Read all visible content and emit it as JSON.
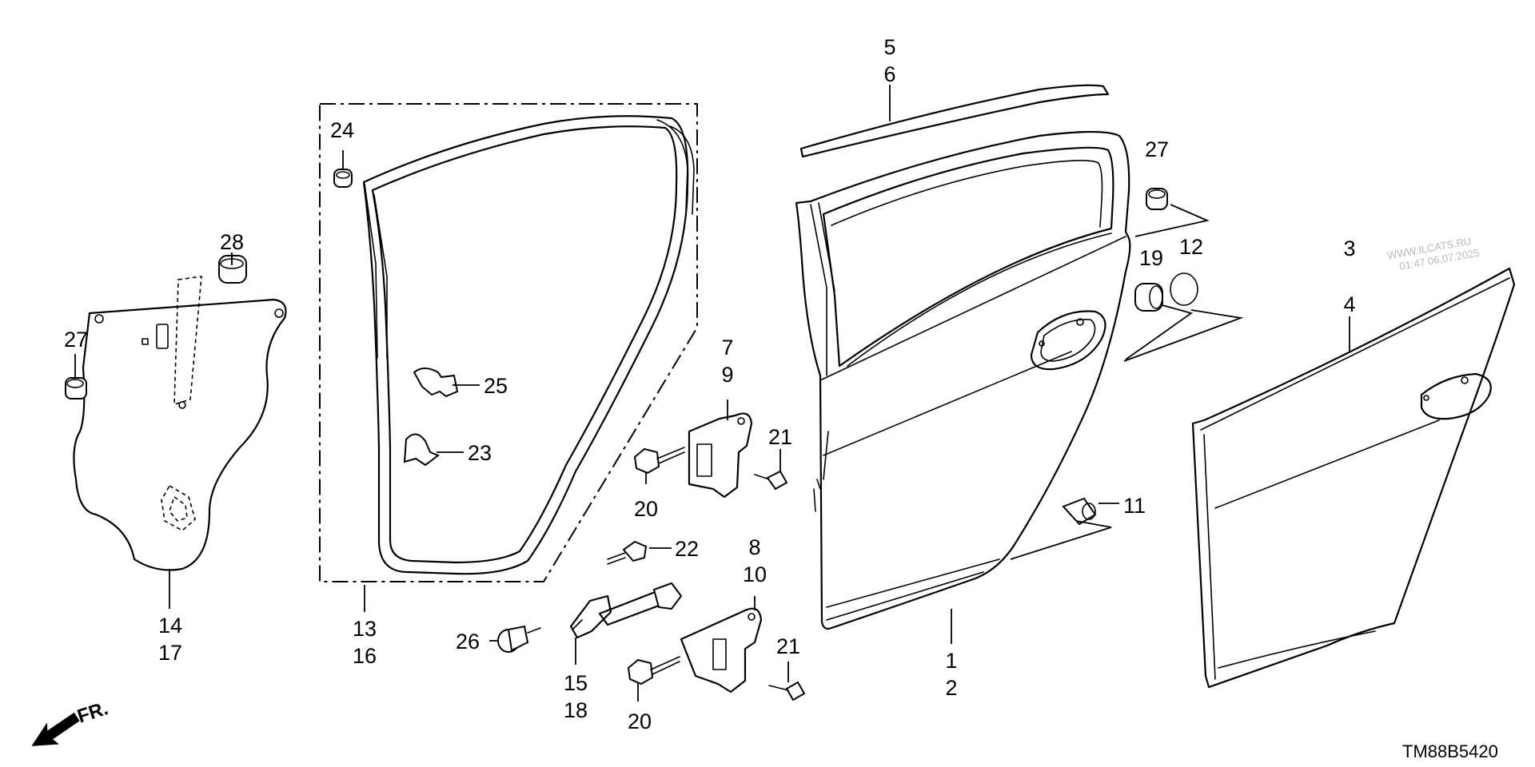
{
  "diagram_code": "TM88B5420",
  "front_marker": "FR.",
  "watermark": [
    "WWW.ILCATS.RU",
    "01:47 06.07.2025"
  ],
  "callouts": {
    "c1": "1",
    "c2": "2",
    "c3": "3",
    "c4": "4",
    "c5": "5",
    "c6": "6",
    "c7": "7",
    "c8": "8",
    "c9": "9",
    "c10": "10",
    "c11": "11",
    "c12": "12",
    "c13": "13",
    "c14": "14",
    "c15": "15",
    "c16": "16",
    "c17": "17",
    "c18": "18",
    "c19": "19",
    "c20a": "20",
    "c20b": "20",
    "c21a": "21",
    "c21b": "21",
    "c22": "22",
    "c23": "23",
    "c24": "24",
    "c25": "25",
    "c26": "26",
    "c27a": "27",
    "c27b": "27",
    "c28": "28"
  }
}
